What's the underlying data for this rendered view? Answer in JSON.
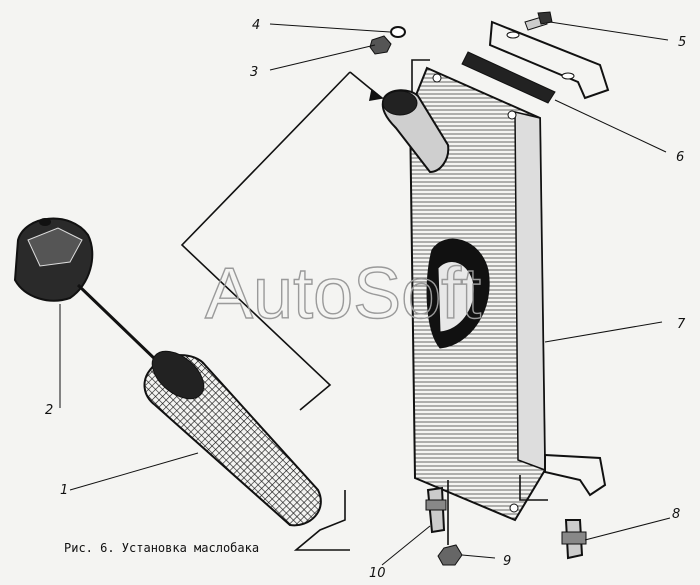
{
  "watermark": "AutoSoft",
  "caption": "Рис. 6. Установка маслобака",
  "callouts": [
    {
      "id": "1",
      "label": "1"
    },
    {
      "id": "2",
      "label": "2"
    },
    {
      "id": "3",
      "label": "3"
    },
    {
      "id": "4",
      "label": "4"
    },
    {
      "id": "5",
      "label": "5"
    },
    {
      "id": "6",
      "label": "6"
    },
    {
      "id": "7",
      "label": "7"
    },
    {
      "id": "8",
      "label": "8"
    },
    {
      "id": "9",
      "label": "9"
    },
    {
      "id": "10",
      "label": "10"
    }
  ],
  "parts": {
    "filler_cap": "filler-cap",
    "strainer": "mesh-strainer",
    "tank": "oil-tank",
    "bracket": "mounting-bracket",
    "gasket": "gasket-strip",
    "bolt": "bolt",
    "nut": "nut",
    "washer": "washer",
    "fitting_left": "drain-fitting",
    "fitting_right": "outlet-fitting",
    "plug": "drain-plug"
  }
}
